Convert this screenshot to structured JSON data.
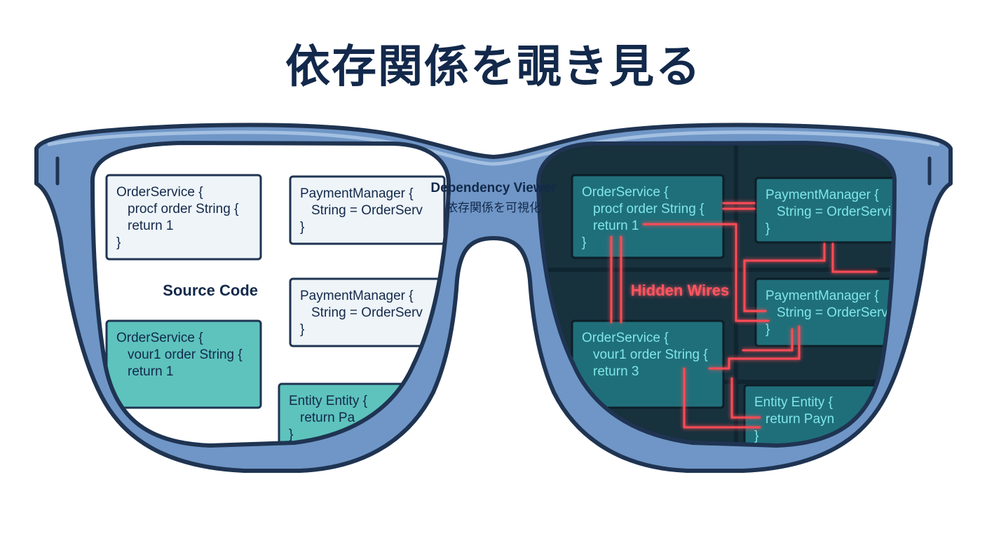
{
  "title": "依存関係を覗き見る",
  "bridge": {
    "title": "Dependency Viewer",
    "subtitle": "依存関係を可視化"
  },
  "left_lens": {
    "label": "Source Code",
    "cards": [
      {
        "lines": [
          "OrderService {",
          "  procf order String {",
          "  return 1",
          "}"
        ],
        "style": "light"
      },
      {
        "lines": [
          "PaymentManager {",
          "  String = OrderServ",
          "}"
        ],
        "style": "light"
      },
      {
        "lines": [
          "PaymentManager {",
          "  String = OrderServ",
          "}"
        ],
        "style": "light"
      },
      {
        "lines": [
          "OrderService {",
          "  vour1 order String {",
          "  return 1"
        ],
        "style": "teal"
      },
      {
        "lines": [
          "Entity Entity {",
          "  return Pa",
          "}"
        ],
        "style": "teal"
      }
    ]
  },
  "right_lens": {
    "label": "Hidden Wires",
    "cards": [
      {
        "lines": [
          "OrderService {",
          "  procf order String {",
          "  return 1",
          "}"
        ]
      },
      {
        "lines": [
          "PaymentManager {",
          "  String = OrderServi",
          "}"
        ]
      },
      {
        "lines": [
          "PaymentManager {",
          "  String = OrderServi",
          "}"
        ]
      },
      {
        "lines": [
          "OrderService {",
          "  vour1 order String {",
          "  return 3"
        ]
      },
      {
        "lines": [
          "Entity Entity {",
          "  return Payn",
          "}"
        ]
      }
    ]
  },
  "colors": {
    "frame": "#6f96c6",
    "frame_outline": "#1f3452",
    "title": "#13294b",
    "wire": "#ff4b55",
    "dark_lens": "#17313d",
    "teal_card": "#5ec3bd",
    "light_card": "#eef4f8"
  }
}
